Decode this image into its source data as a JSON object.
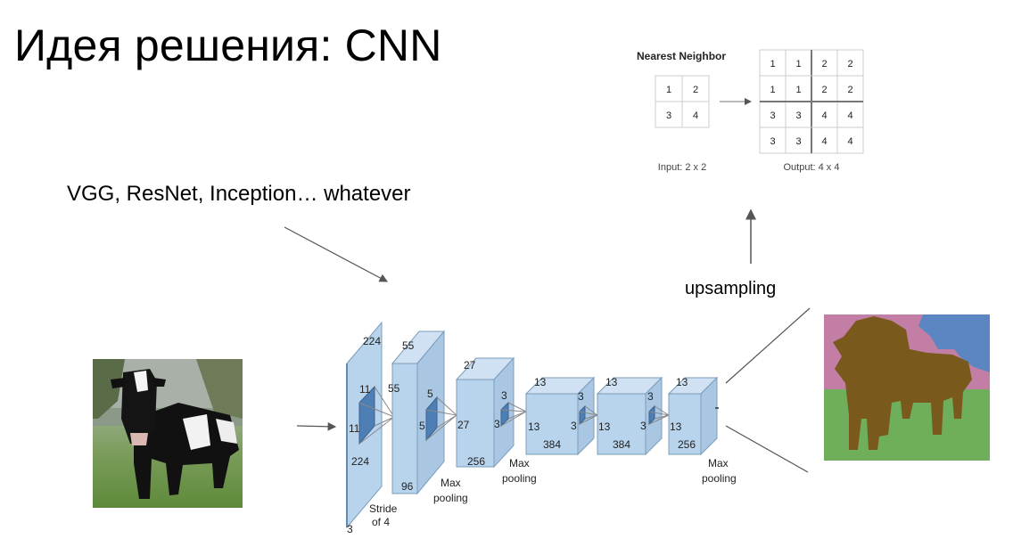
{
  "slide": {
    "title": "Идея решения: CNN",
    "caption": "VGG, ResNet, Inception… whatever",
    "upsampling_label": "upsampling"
  },
  "nearest_neighbor": {
    "title": "Nearest Neighbor",
    "input": [
      [
        "1",
        "2"
      ],
      [
        "3",
        "4"
      ]
    ],
    "output": [
      [
        "1",
        "1",
        "2",
        "2"
      ],
      [
        "1",
        "1",
        "2",
        "2"
      ],
      [
        "3",
        "3",
        "4",
        "4"
      ],
      [
        "3",
        "3",
        "4",
        "4"
      ]
    ],
    "input_caption": "Input: 2 x 2",
    "output_caption": "Output: 4 x 4"
  },
  "cnn": {
    "layer1": {
      "height": "224",
      "width": "224",
      "depth": "3",
      "kernel_h": "11",
      "kernel_w": "11",
      "note_line1": "Stride",
      "note_line2": "of 4"
    },
    "layer2": {
      "height": "55",
      "width": "55",
      "depth": "96",
      "kernel_h": "5",
      "kernel_w": "5",
      "note_line1": "Max",
      "note_line2": "pooling"
    },
    "layer3": {
      "height": "27",
      "width": "27",
      "depth": "256",
      "kernel_h": "3",
      "kernel_w": "3",
      "note_line1": "Max",
      "note_line2": "pooling"
    },
    "layer4": {
      "height": "13",
      "width": "13",
      "depth": "384",
      "kernel_h": "3",
      "kernel_w": "3"
    },
    "layer5": {
      "height": "13",
      "width": "13",
      "depth": "384",
      "kernel_h": "3",
      "kernel_w": "3"
    },
    "layer6": {
      "height": "13",
      "width": "13",
      "depth": "256",
      "note_line1": "Max",
      "note_line2": "pooling"
    }
  },
  "colors": {
    "box_fill": "#b8d3ec",
    "box_stroke": "#7b9cba",
    "kernel_fill": "#4e7fb4",
    "seg_pink": "#c27ea4",
    "seg_blue": "#5b86c2",
    "seg_green": "#6fae5a",
    "seg_brown": "#7a5a1c"
  }
}
